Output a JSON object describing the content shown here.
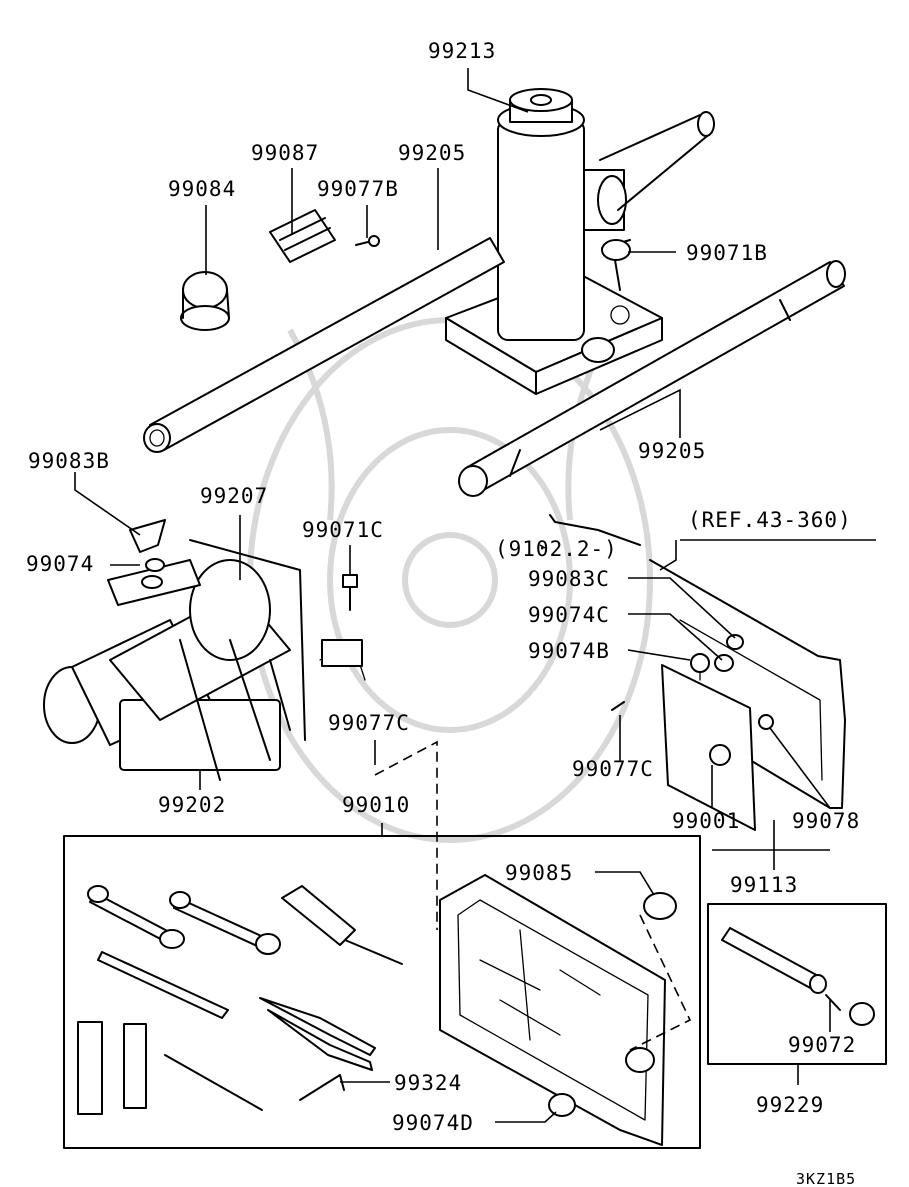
{
  "diagram": {
    "code": "3KZ1B5",
    "ref_note": "(REF.43-360)",
    "date_note": "(9102.2-)",
    "callouts": {
      "p99213": "99213",
      "p99087": "99087",
      "p99205a": "99205",
      "p99084": "99084",
      "p99077b": "99077B",
      "p99071b": "99071B",
      "p99205b": "99205",
      "p99083b": "99083B",
      "p99207": "99207",
      "p99071c": "99071C",
      "p99074": "99074",
      "p99202": "99202",
      "p99077c_a": "99077C",
      "p99010": "99010",
      "p99083c": "99083C",
      "p99074c": "99074C",
      "p99074b": "99074B",
      "p99077c_b": "99077C",
      "p99001": "99001",
      "p99078": "99078",
      "p99113": "99113",
      "p99085": "99085",
      "p99324": "99324",
      "p99074d": "99074D",
      "p99072": "99072",
      "p99229": "99229"
    }
  }
}
